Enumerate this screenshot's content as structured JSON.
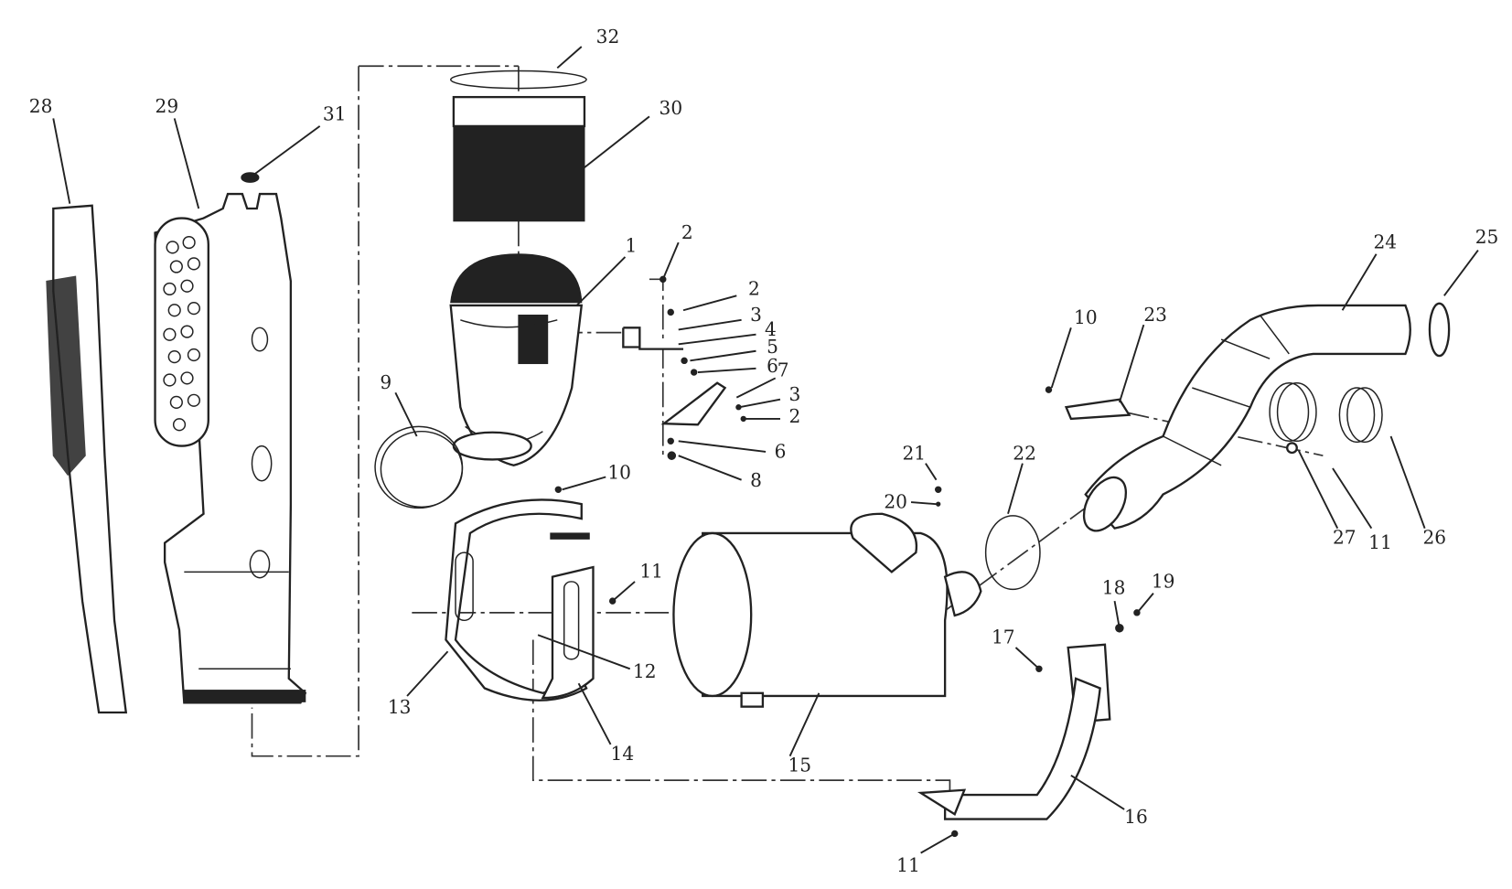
{
  "diagram": {
    "type": "exploded parts diagram",
    "labels": [
      "32",
      "30",
      "28",
      "29",
      "31",
      "1",
      "2",
      "2",
      "3",
      "4",
      "5",
      "6",
      "7",
      "3",
      "2",
      "6",
      "8",
      "9",
      "10",
      "11",
      "12",
      "13",
      "14",
      "15",
      "16",
      "11",
      "17",
      "18",
      "19",
      "20",
      "21",
      "22",
      "10",
      "23",
      "24",
      "25",
      "26",
      "27",
      "11"
    ]
  }
}
